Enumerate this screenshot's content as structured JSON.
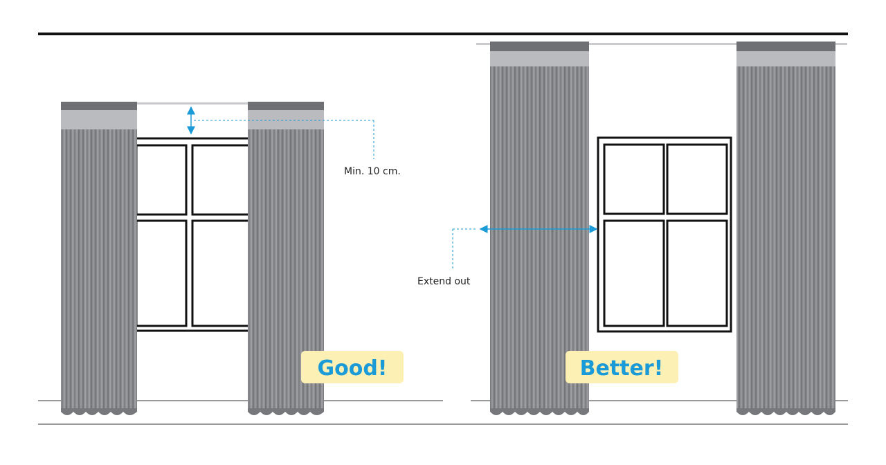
{
  "labels": {
    "min_clearance": "Min. 10 cm.",
    "extend_out": "Extend out",
    "good": "Good!",
    "better": "Better!"
  },
  "colors": {
    "accent": "#1a9ad6",
    "badge_bg": "#fdf0b5",
    "frame": "#111111",
    "curtain_dark": "#6f7074",
    "curtain_mid": "#8f9094",
    "curtain_light": "#b3b4b8",
    "rod": "#c9cacd"
  }
}
